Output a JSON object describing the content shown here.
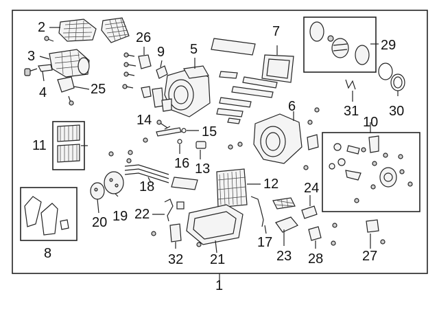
{
  "callouts": {
    "c1": "1",
    "c2": "2",
    "c3": "3",
    "c4": "4",
    "c5": "5",
    "c6": "6",
    "c7": "7",
    "c8": "8",
    "c9": "9",
    "c10": "10",
    "c11": "11",
    "c12": "12",
    "c13": "13",
    "c14": "14",
    "c15": "15",
    "c16": "16",
    "c17": "17",
    "c18": "18",
    "c19": "19",
    "c20": "20",
    "c21": "21",
    "c22": "22",
    "c23": "23",
    "c24": "24",
    "c25": "25",
    "c26": "26",
    "c27": "27",
    "c28": "28",
    "c29": "29",
    "c30": "30",
    "c31": "31",
    "c32": "32"
  },
  "colors": {
    "stroke": "#222222",
    "fill": "#f4f4f4",
    "background": "#ffffff"
  }
}
